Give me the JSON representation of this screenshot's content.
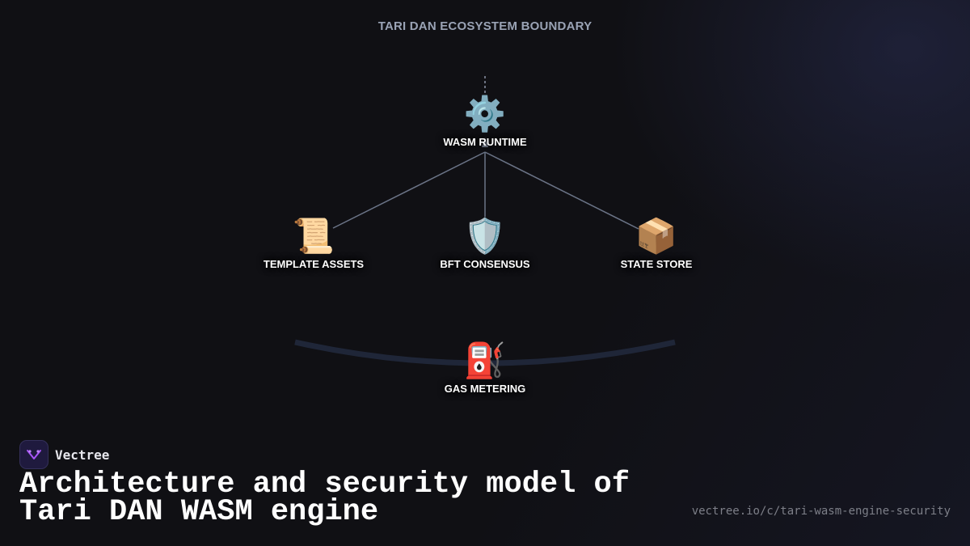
{
  "boundary_title": "TARI DAN ECOSYSTEM BOUNDARY",
  "nodes": {
    "wasm_runtime": {
      "icon": "gear-icon",
      "emoji": "⚙️",
      "label": "WASM RUNTIME"
    },
    "template_assets": {
      "icon": "scroll-icon",
      "emoji": "📜",
      "label": "TEMPLATE ASSETS"
    },
    "bft_consensus": {
      "icon": "shield-icon",
      "emoji": "🛡️",
      "label": "BFT CONSENSUS"
    },
    "state_store": {
      "icon": "package-icon",
      "emoji": "📦",
      "label": "STATE STORE"
    },
    "gas_metering": {
      "icon": "fuel-pump-icon",
      "emoji": "⛽",
      "label": "GAS METERING"
    }
  },
  "brand": {
    "name": "Vectree",
    "accent": "#a855f7"
  },
  "headline": {
    "line1": "Architecture and security model of",
    "line2": "Tari DAN WASM engine"
  },
  "url": "vectree.io/c/tari-wasm-engine-security",
  "colors": {
    "background": "#101014",
    "edge": "#6b7487",
    "arc": "#1f2638"
  }
}
